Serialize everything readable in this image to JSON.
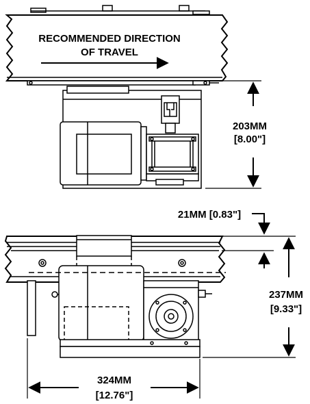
{
  "top_view": {
    "travel_label_line1": "RECOMMENDED DIRECTION",
    "travel_label_line2": "OF TRAVEL",
    "height_mm": "203MM",
    "height_in": "[8.00\"]"
  },
  "side_view": {
    "offset_dim": "21MM [0.83\"]",
    "height_mm": "237MM",
    "height_in": "[9.33\"]",
    "width_mm": "324MM",
    "width_in": "[12.76\"]"
  }
}
